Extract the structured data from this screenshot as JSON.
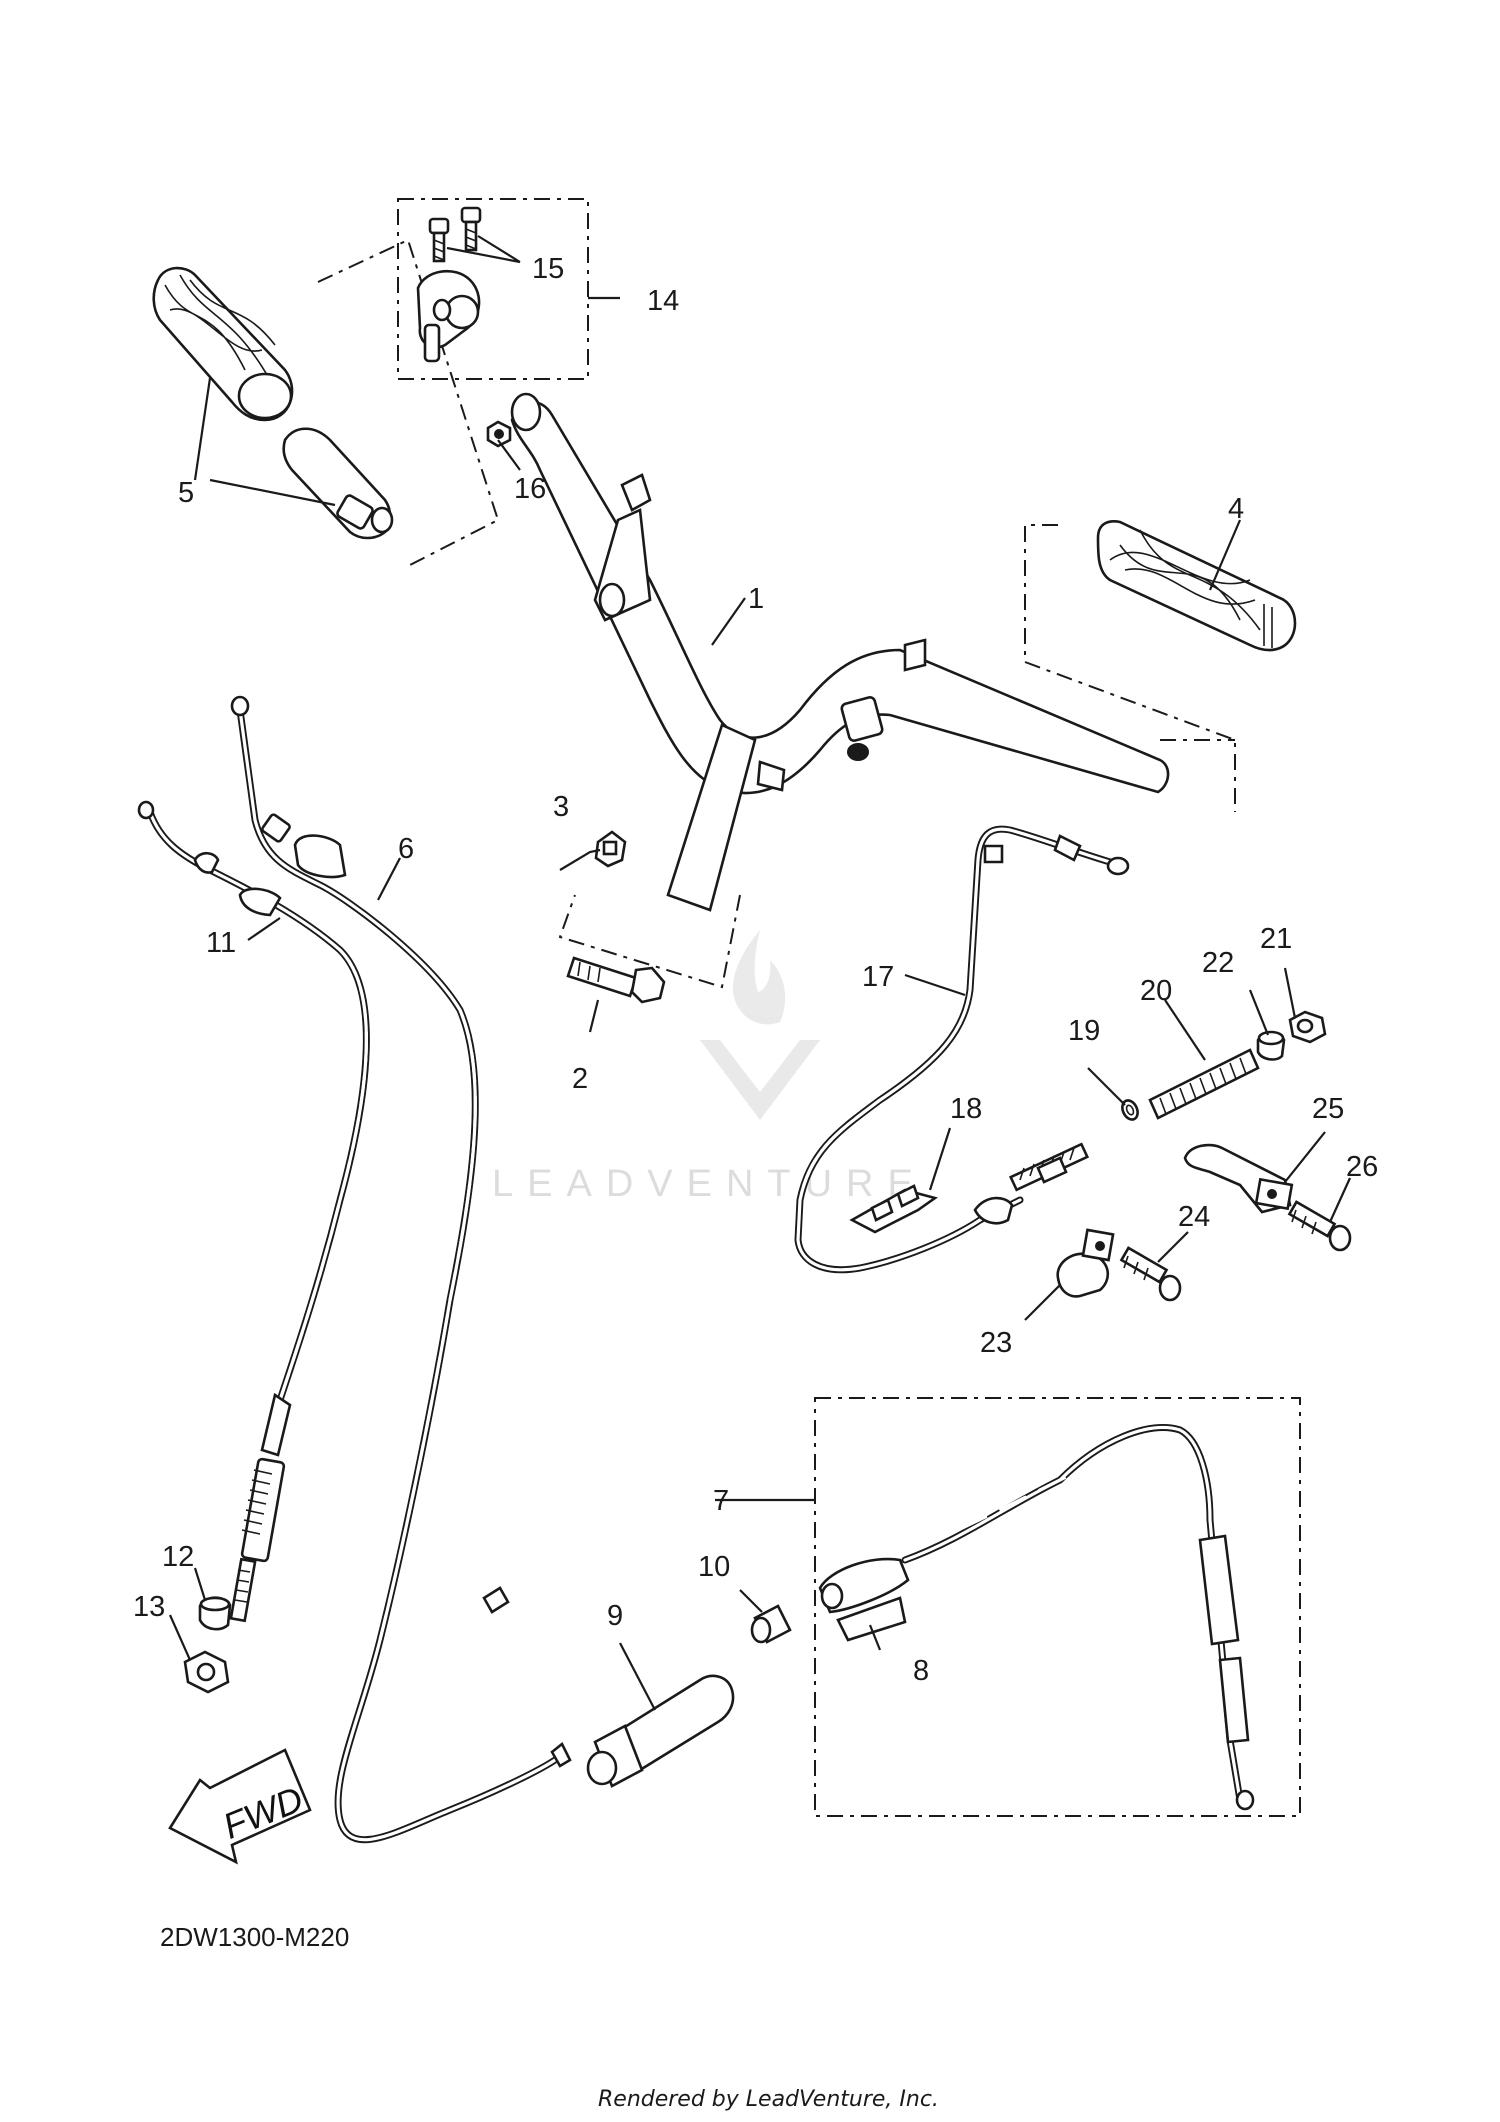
{
  "diagram_code": "2DW1300-M220",
  "rendered_by": "Rendered by LeadVenture, Inc.",
  "watermark": "LEADVENTURE",
  "fwd_label": "FWD",
  "callouts": {
    "c1": "1",
    "c2": "2",
    "c3": "3",
    "c4": "4",
    "c5": "5",
    "c6": "6",
    "c7": "7",
    "c8": "8",
    "c9": "9",
    "c10": "10",
    "c11": "11",
    "c12": "12",
    "c13": "13",
    "c14": "14",
    "c15": "15",
    "c16": "16",
    "c17": "17",
    "c18": "18",
    "c19": "19",
    "c20": "20",
    "c21": "21",
    "c22": "22",
    "c23": "23",
    "c24": "24",
    "c25": "25",
    "c26": "26"
  }
}
